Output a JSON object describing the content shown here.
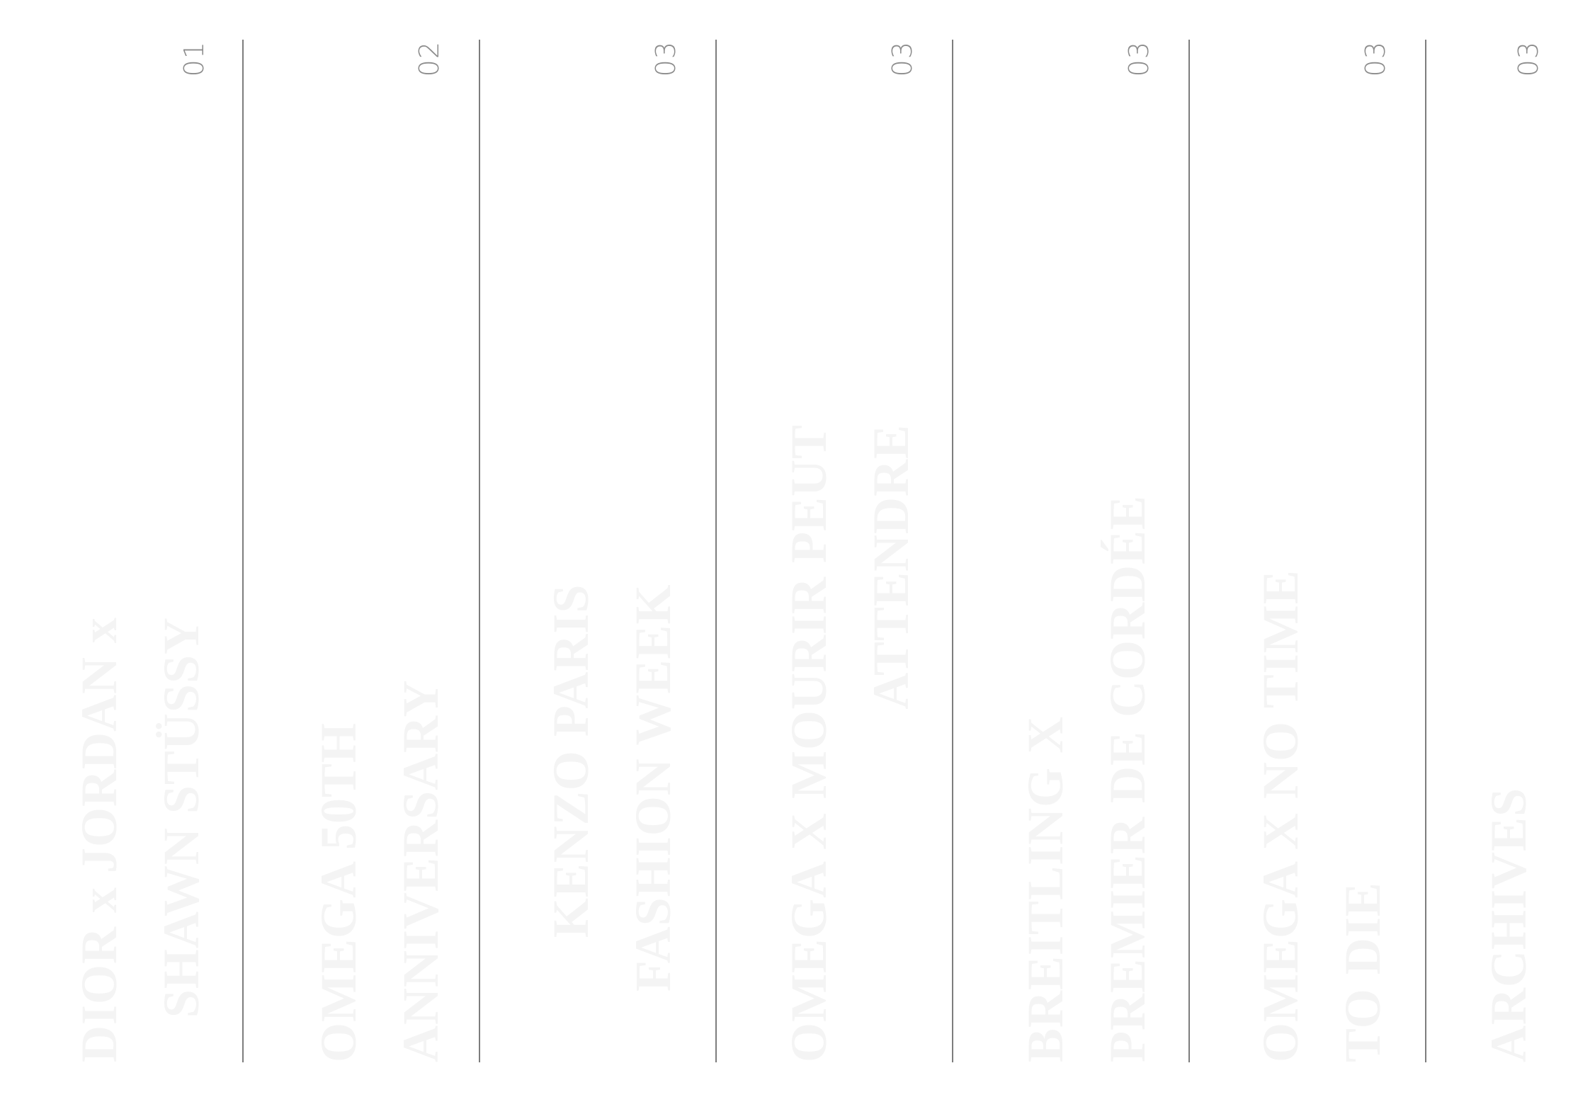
{
  "columns": [
    {
      "number": "01",
      "title_lines": [
        "DIOR x JORDAN x",
        "SHAWN STÜSSY"
      ]
    },
    {
      "number": "02",
      "title_lines": [
        "OMEGA 50TH",
        "ANNIVERSARY"
      ]
    },
    {
      "number": "03",
      "title_lines": [
        "KENZO PARIS",
        "FASHION WEEK"
      ]
    },
    {
      "number": "03",
      "title_lines": [
        "OMEGA X MOURIR PEUT",
        "ATTENDRE"
      ]
    },
    {
      "number": "03",
      "title_lines": [
        "BREITLING X",
        "PREMIER DE CORDÉE"
      ]
    },
    {
      "number": "03",
      "title_lines": [
        "OMEGA X NO TIME",
        "TO DIE"
      ]
    },
    {
      "number": "03",
      "title_lines": [
        "ARCHIVES"
      ]
    }
  ],
  "colors": {
    "background": "#ffffff",
    "divider": "#7d7d7d",
    "number": "#8c8c8c",
    "title": "#f4f4f4"
  }
}
